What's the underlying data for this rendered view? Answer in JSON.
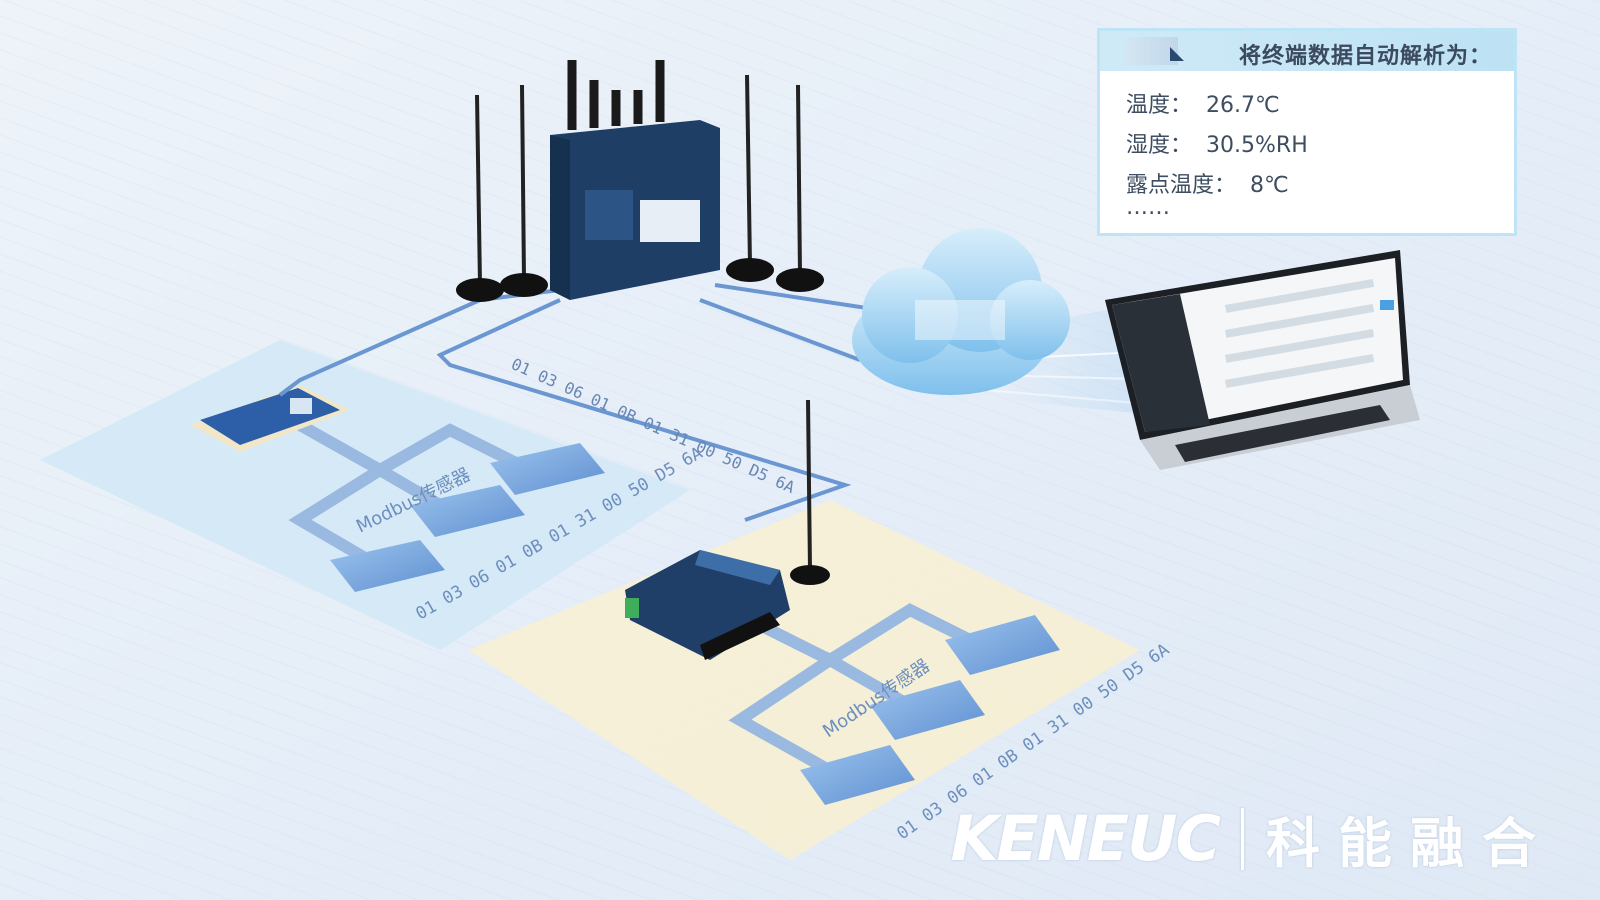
{
  "info_panel": {
    "title": "将终端数据自动解析为：",
    "rows": [
      {
        "label": "温度：",
        "value": "26.7℃"
      },
      {
        "label": "湿度：",
        "value": "30.5%RH"
      },
      {
        "label": "露点温度：",
        "value": "8℃"
      }
    ],
    "more": "……"
  },
  "diagram": {
    "left_platform": {
      "bus_label": "Modbus传感器",
      "hex_code": "01 03 06 01 0B 01 31 00 50 D5 6A"
    },
    "right_platform": {
      "bus_label": "Modbus传感器",
      "hex_code": "01 03 06 01 0B 01 31 00 50 D5 6A"
    },
    "link_code": "01 03 06 01 0B 01 31 00 50 D5 6A"
  },
  "brand": {
    "en": "KENEUC",
    "cn": "科能融合"
  },
  "colors": {
    "line_blue": "#6a96d2",
    "left_platform": "#d2e8f7",
    "right_platform": "#f6f0d3",
    "device_navy": "#1f3e66",
    "cloud": "#8ec9ef"
  }
}
